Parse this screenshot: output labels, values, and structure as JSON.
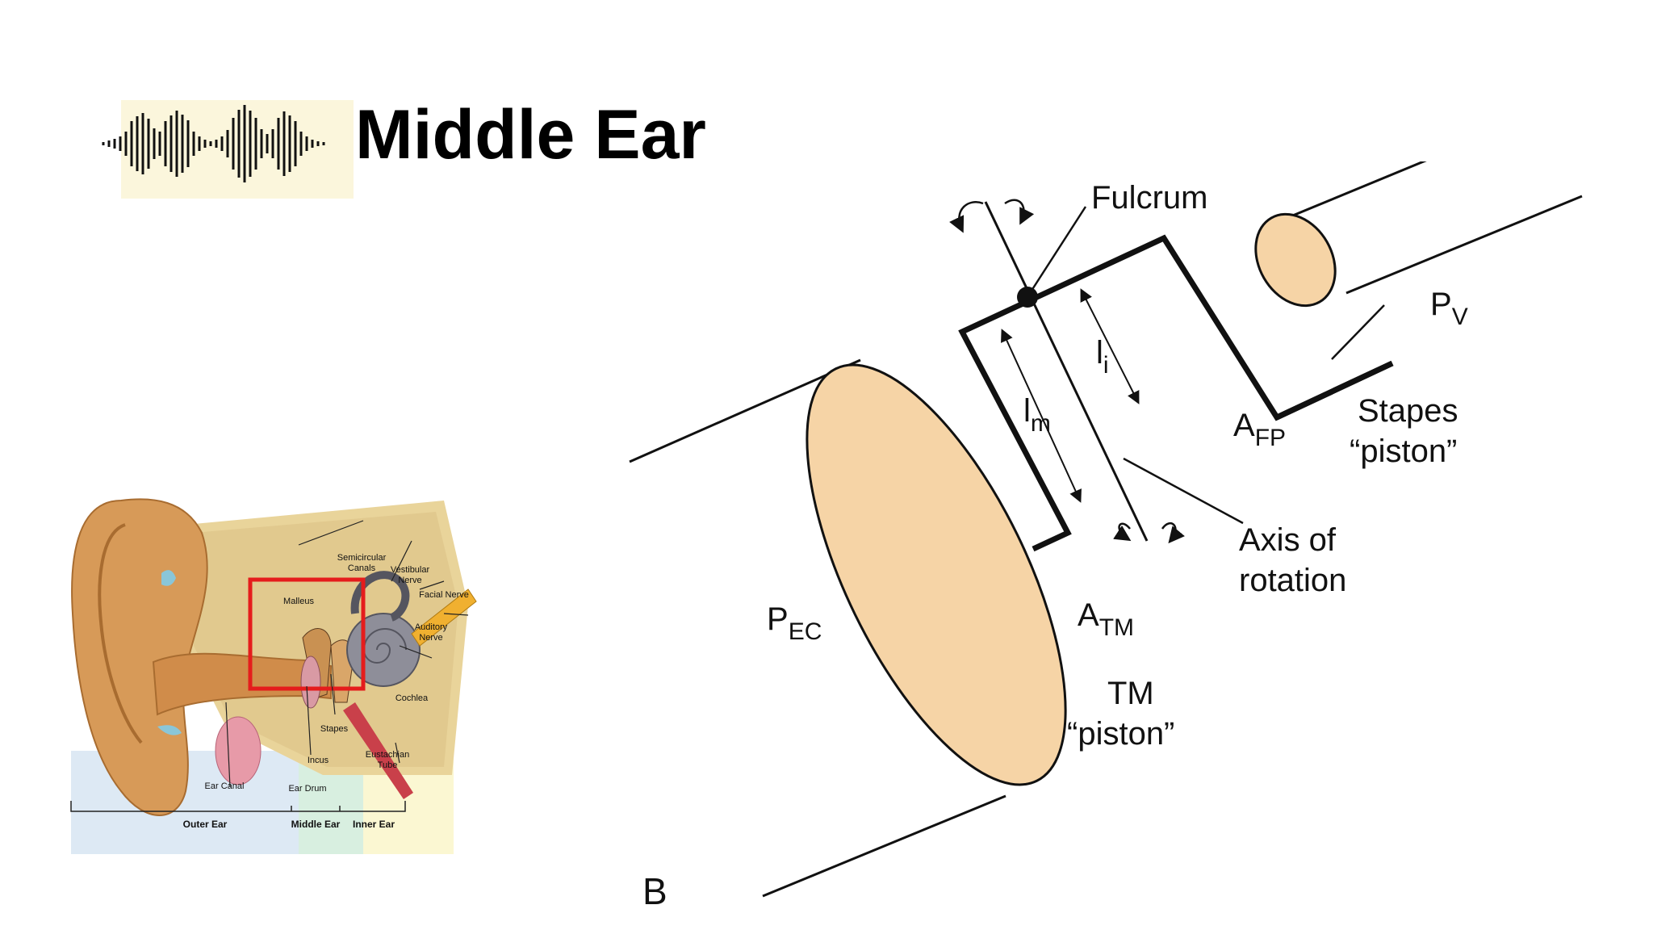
{
  "slide": {
    "title": "Middle Ear"
  },
  "colors": {
    "wave_bg": "#fbf6dc",
    "piston_fill": "#f6d4a6",
    "highlight_box": "#e51c1c",
    "outer_ear_bg": "#dde9f4",
    "middle_ear_bg": "#d8efe0",
    "inner_ear_bg": "#fbf7d2"
  },
  "anatomy": {
    "labels": {
      "semicircular_canals": [
        "Semicircular",
        "Canals"
      ],
      "vestibular_nerve": [
        "Vestibular",
        "Nerve"
      ],
      "facial_nerve": "Facial Nerve",
      "auditory_nerve": [
        "Auditory",
        "Nerve"
      ],
      "malleus": "Malleus",
      "cochlea": "Cochlea",
      "stapes": "Stapes",
      "incus": "Incus",
      "eustachian_tube": [
        "Eustachian",
        "Tube"
      ],
      "ear_canal": "Ear Canal",
      "ear_drum": "Ear Drum"
    },
    "regions": [
      "Outer Ear",
      "Middle Ear",
      "Inner Ear"
    ]
  },
  "lever": {
    "labels": {
      "fulcrum": "Fulcrum",
      "pv_main": "P",
      "pv_sub": "V",
      "afp_main": "A",
      "afp_sub": "FP",
      "stapes_piston": [
        "Stapes",
        "“piston”"
      ],
      "li_main": "l",
      "li_sub": "i",
      "lm_main": "l",
      "lm_sub": "m",
      "axis_of_rotation": [
        "Axis of",
        "rotation"
      ],
      "pec_main": "P",
      "pec_sub": "EC",
      "atm_main": "A",
      "atm_sub": "TM",
      "tm_piston": [
        "TM",
        "“piston”"
      ],
      "panel_letter": "B"
    }
  }
}
